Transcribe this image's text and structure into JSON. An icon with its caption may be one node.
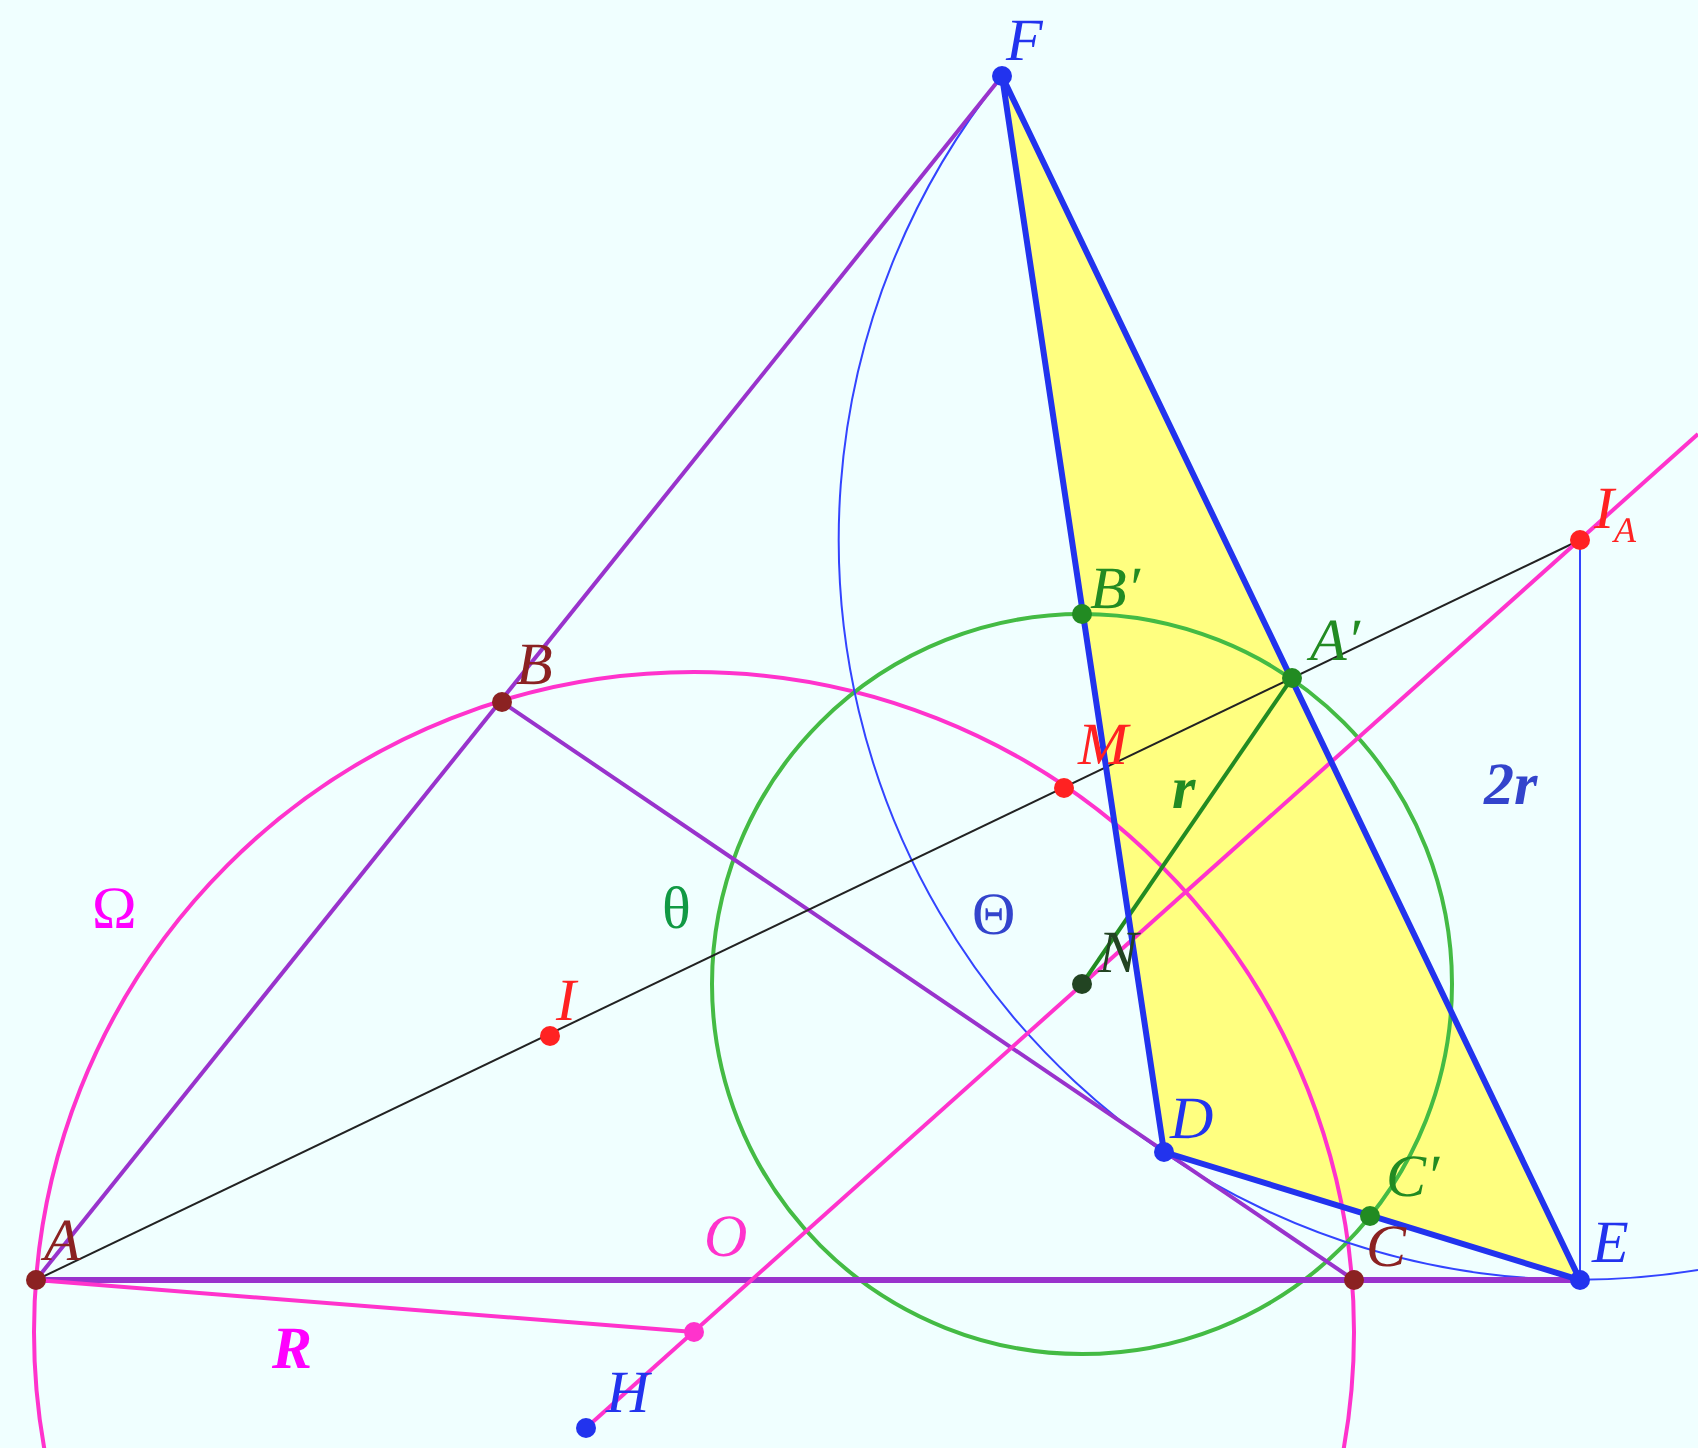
{
  "diagram": {
    "labels": [
      "F",
      "I$_{A}$",
      "B′",
      "A′",
      "B",
      "M",
      "r",
      "2r",
      "Ω",
      "θ",
      "Θ",
      "N",
      "I",
      "D",
      "C′",
      "A",
      "O",
      "C",
      "E",
      "R",
      "H"
    ]
  }
}
